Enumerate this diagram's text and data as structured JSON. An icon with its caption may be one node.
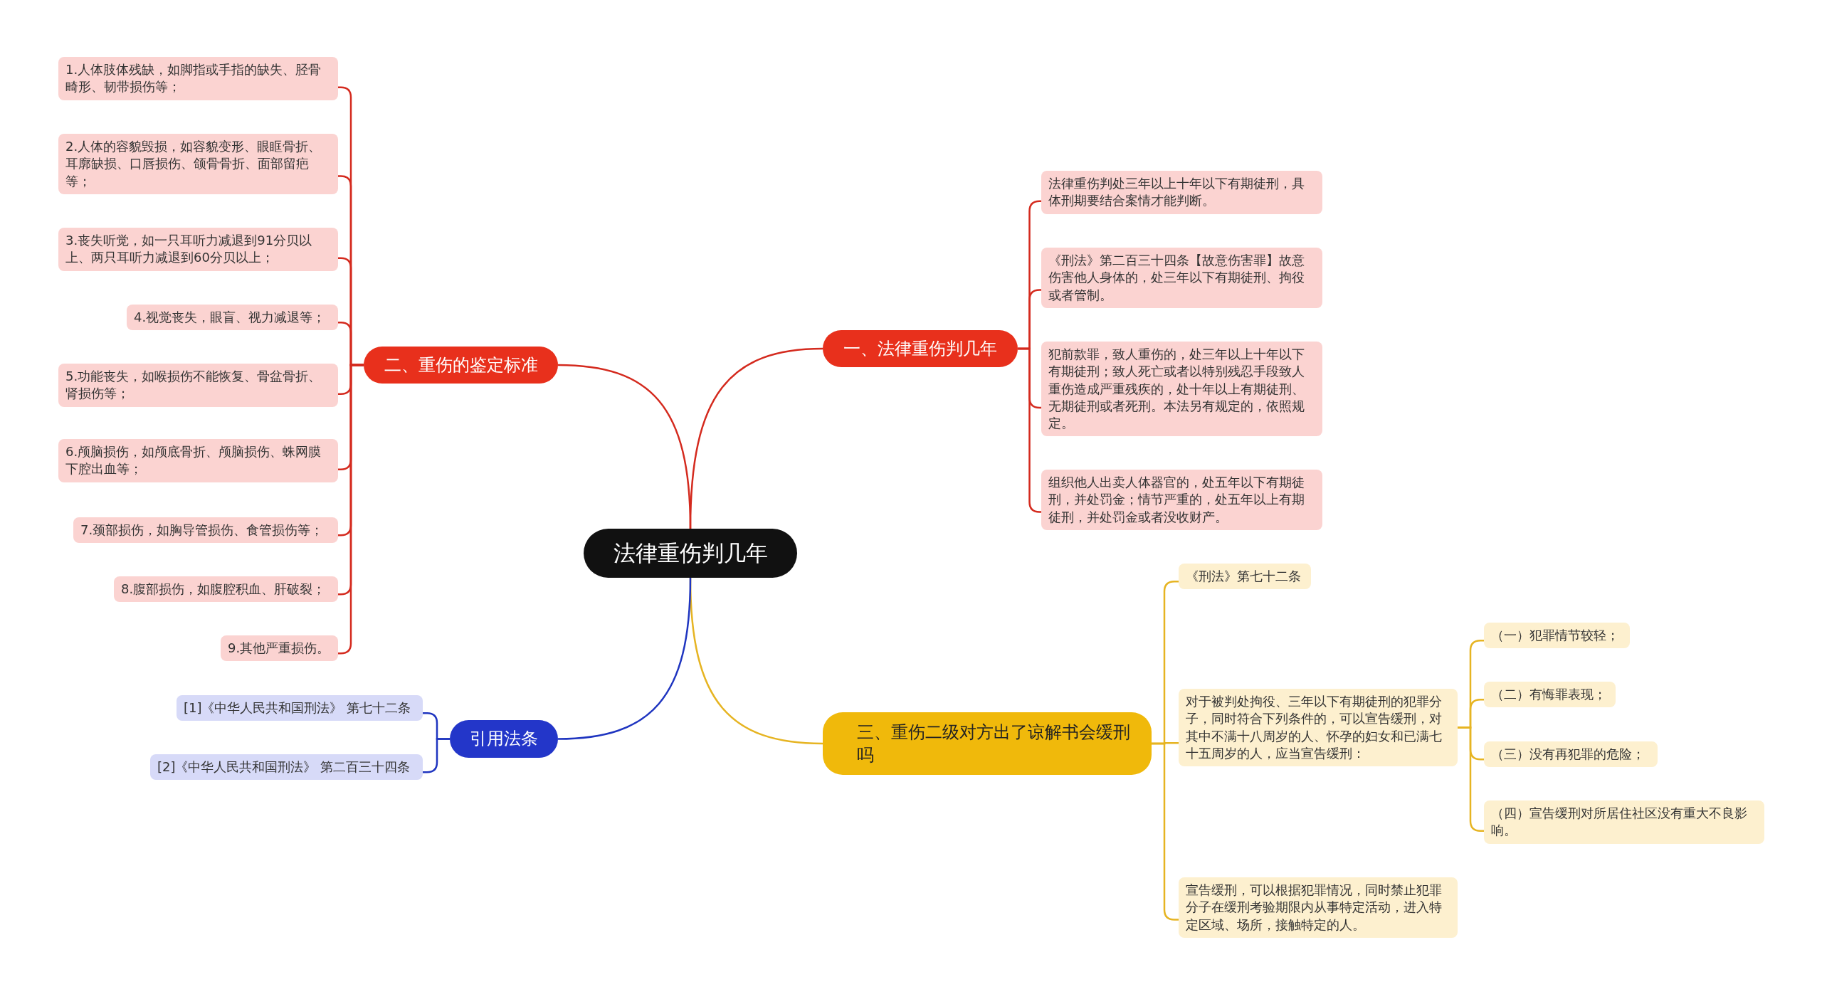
{
  "diagram": {
    "nodes": [
      {
        "text": [
          "法律重伤判几年"
        ]
      },
      {
        "text": [
          "一、法律重伤判几年"
        ]
      },
      {
        "text": [
          "法律重伤判处三年以上十年以下有期徒刑，具体刑期要结合案情才能判断。"
        ]
      },
      {
        "text": [
          "《刑法》第二百三十四条【故意伤害罪】故意伤害他人身体的，处三年以下有期徒刑、拘役或者管制。"
        ]
      },
      {
        "text": [
          "犯前款罪，致人重伤的，处三年以上十年以下有期徒刑；致人死亡或者以特别残忍手段致人重伤造成严重残疾的，处十年以上有期徒刑、无期徒刑或者死刑。本法另有规定的，依照规定。"
        ]
      },
      {
        "text": [
          "组织他人出卖人体器官的，处五年以下有期徒刑，并处罚金；情节严重的，处五年以上有期徒刑，并处罚金或者没收财产。"
        ]
      },
      {
        "text": [
          "二、重伤的鉴定标准"
        ]
      },
      {
        "text": [
          "1.人体肢体残缺，如脚指或手指的缺失、胫骨畸形、韧带损伤等；"
        ]
      },
      {
        "text": [
          "2.人体的容貌毁损，如容貌变形、眼眶骨折、耳廓缺损、口唇损伤、颌骨骨折、面部留疤等；"
        ]
      },
      {
        "text": [
          "3.丧失听觉，如一只耳听力减退到91分贝以上、两只耳听力减退到60分贝以上；"
        ]
      },
      {
        "text": [
          "4.视觉丧失，眼盲、视力减退等；"
        ]
      },
      {
        "text": [
          "5.功能丧失，如喉损伤不能恢复、骨盆骨折、肾损伤等；"
        ]
      },
      {
        "text": [
          "6.颅脑损伤，如颅底骨折、颅脑损伤、蛛网膜下腔出血等；"
        ]
      },
      {
        "text": [
          "7.颈部损伤，如胸导管损伤、食管损伤等；"
        ]
      },
      {
        "text": [
          "8.腹部损伤，如腹腔积血、肝破裂；"
        ]
      },
      {
        "text": [
          "9.其他严重损伤。"
        ]
      },
      {
        "text": [
          "三、重伤二级对方出了谅解书会缓刑吗"
        ]
      },
      {
        "text": [
          "《刑法》第七十二条"
        ]
      },
      {
        "text": [
          "对于被判处拘役、三年以下有期徒刑的犯罪分子，同时符合下列条件的，可以宣告缓刑，对其中不满十八周岁的人、怀孕的妇女和已满七十五周岁的人，应当宣告缓刑："
        ]
      },
      {
        "text": [
          "（一）犯罪情节较轻；"
        ]
      },
      {
        "text": [
          "（二）有悔罪表现；"
        ]
      },
      {
        "text": [
          "（三）没有再犯罪的危险；"
        ]
      },
      {
        "text": [
          "（四）宣告缓刑对所居住社区没有重大不良影响。"
        ]
      },
      {
        "text": [
          "宣告缓刑，可以根据犯罪情况，同时禁止犯罪分子在缓刑考验期限内从事特定活动，进入特定区域、场所，接触特定的人。"
        ]
      },
      {
        "text": [
          "引用法条"
        ]
      },
      {
        "text": [
          "[1]《中华人民共和国刑法》 第七十二条"
        ]
      },
      {
        "text": [
          "[2]《中华人民共和国刑法》 第二百三十四条"
        ]
      }
    ],
    "edges": [
      {
        "from": 0,
        "to": 1,
        "arrow": "none"
      },
      {
        "from": 1,
        "to": 2,
        "arrow": "none"
      },
      {
        "from": 1,
        "to": 3,
        "arrow": "none"
      },
      {
        "from": 1,
        "to": 4,
        "arrow": "none"
      },
      {
        "from": 1,
        "to": 5,
        "arrow": "none"
      },
      {
        "from": 0,
        "to": 6,
        "arrow": "none"
      },
      {
        "from": 6,
        "to": 7,
        "arrow": "none"
      },
      {
        "from": 6,
        "to": 8,
        "arrow": "none"
      },
      {
        "from": 6,
        "to": 9,
        "arrow": "none"
      },
      {
        "from": 6,
        "to": 10,
        "arrow": "none"
      },
      {
        "from": 6,
        "to": 11,
        "arrow": "none"
      },
      {
        "from": 6,
        "to": 12,
        "arrow": "none"
      },
      {
        "from": 6,
        "to": 13,
        "arrow": "none"
      },
      {
        "from": 6,
        "to": 14,
        "arrow": "none"
      },
      {
        "from": 6,
        "to": 15,
        "arrow": "none"
      },
      {
        "from": 0,
        "to": 16,
        "arrow": "none",
        "color": "#e6b422"
      },
      {
        "from": 16,
        "to": 17,
        "arrow": "none",
        "color": "#e6b422"
      },
      {
        "from": 16,
        "to": 18,
        "arrow": "none",
        "color": "#e6b422"
      },
      {
        "from": 16,
        "to": 23,
        "arrow": "none",
        "color": "#e6b422"
      },
      {
        "from": 18,
        "to": 19,
        "arrow": "none",
        "color": "#e6b422"
      },
      {
        "from": 18,
        "to": 20,
        "arrow": "none",
        "color": "#e6b422"
      },
      {
        "from": 18,
        "to": 21,
        "arrow": "none",
        "color": "#e6b422"
      },
      {
        "from": 18,
        "to": 22,
        "arrow": "none",
        "color": "#e6b422"
      },
      {
        "from": 0,
        "to": 24,
        "arrow": "none",
        "color": "#1f35c0"
      },
      {
        "from": 24,
        "to": 25,
        "arrow": "none",
        "color": "#1f35c0"
      },
      {
        "from": 24,
        "to": 26,
        "arrow": "none",
        "color": "#1f35c0"
      }
    ]
  }
}
